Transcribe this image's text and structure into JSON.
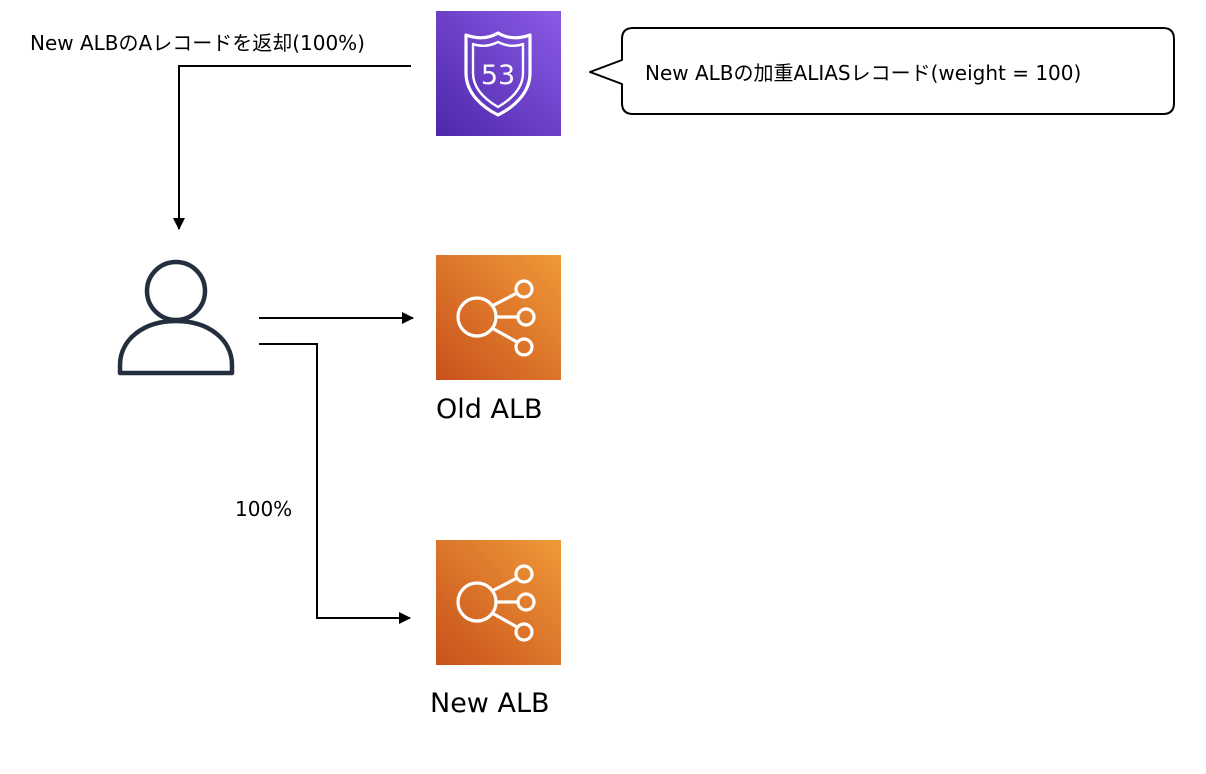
{
  "route53": {
    "icon": "route53-icon",
    "badge_text": "53",
    "gradient": [
      "#8b5be6",
      "#4d27aa"
    ]
  },
  "callout": {
    "text": "New ALBの加重ALIASレコード(weight = 100)"
  },
  "dns_response_label": "New ALBのAレコードを返却(100%)",
  "user": {
    "icon": "user-icon",
    "stroke": "#232f3e"
  },
  "old_alb": {
    "icon": "elastic-load-balancing-icon",
    "label": "Old ALB",
    "gradient": [
      "#f09a39",
      "#c8511b"
    ]
  },
  "new_alb": {
    "icon": "elastic-load-balancing-icon",
    "label": "New ALB",
    "gradient": [
      "#f09a39",
      "#c8511b"
    ]
  },
  "new_traffic_label": "100%"
}
